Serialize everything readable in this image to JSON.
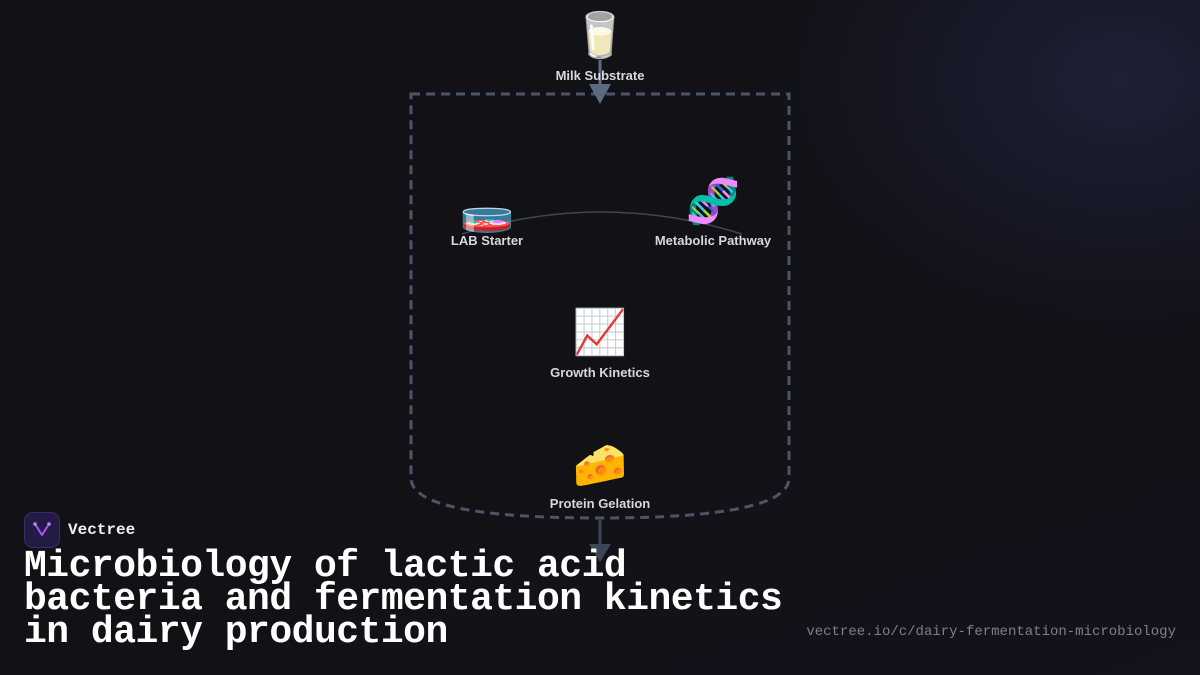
{
  "diagram": {
    "nodes": {
      "milk": {
        "label": "Milk Substrate",
        "icon": "milk-glass-icon",
        "glyph": "🥛"
      },
      "lab": {
        "label": "LAB Starter",
        "icon": "petri-dish-icon",
        "glyph": "🧫"
      },
      "pathway": {
        "label": "Metabolic Pathway",
        "icon": "dna-icon",
        "glyph": "🧬"
      },
      "kinetics": {
        "label": "Growth Kinetics",
        "icon": "chart-increasing-icon",
        "glyph": "📈"
      },
      "gelation": {
        "label": "Protein Gelation",
        "icon": "cheese-icon",
        "glyph": "🧀"
      }
    },
    "colors": {
      "vessel": "#4a5568",
      "arrow": "#5e6a80",
      "connector": "#3f4658"
    }
  },
  "brand": {
    "name": "Vectree",
    "accent": "#a855f7"
  },
  "title": "Microbiology of lactic acid bacteria and fermentation kinetics in dairy production",
  "url": "vectree.io/c/dairy-fermentation-microbiology"
}
